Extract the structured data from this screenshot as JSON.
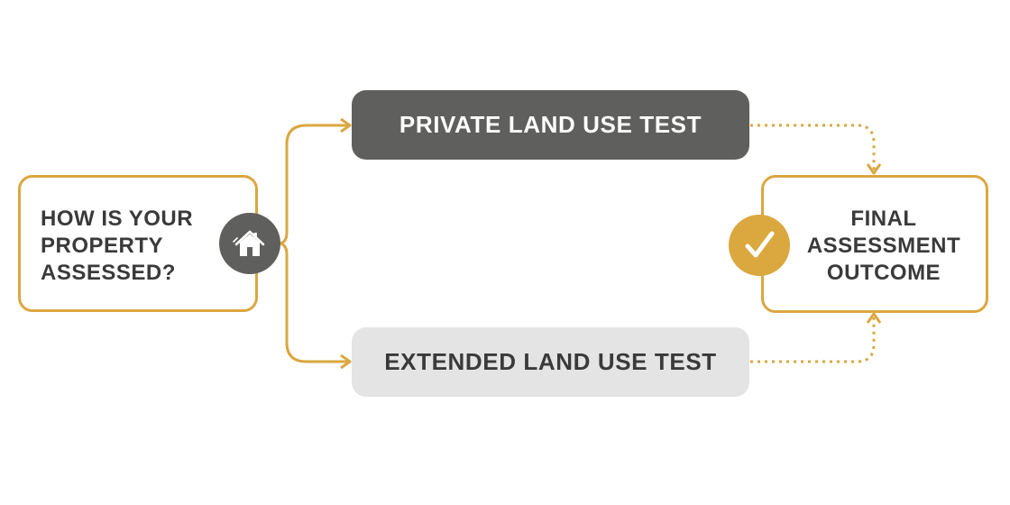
{
  "start": {
    "lines": [
      "HOW IS YOUR",
      "PROPERTY",
      "ASSESSED?"
    ],
    "icon": "house-icon"
  },
  "tests": {
    "private": "PRIVATE LAND USE TEST",
    "extended": "EXTENDED LAND USE TEST"
  },
  "final": {
    "lines": [
      "FINAL",
      "ASSESSMENT",
      "OUTCOME"
    ],
    "icon": "checkmark-icon"
  },
  "colors": {
    "accent": "#dba73f",
    "dark": "#5f5f5d",
    "light": "#e4e4e4",
    "text": "#3a3a3a"
  }
}
